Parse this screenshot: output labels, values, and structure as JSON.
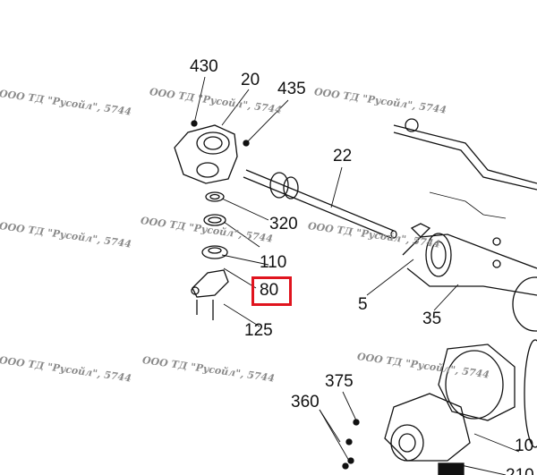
{
  "watermark": "ООО ТД \"Русойл\", 5744",
  "callouts": [
    "430",
    "20",
    "435",
    "22",
    "320",
    "110",
    "80",
    "5",
    "35",
    "125",
    "375",
    "360",
    "10",
    "210"
  ],
  "highlighted_callout": "80",
  "highlight_color": "#e0141e"
}
